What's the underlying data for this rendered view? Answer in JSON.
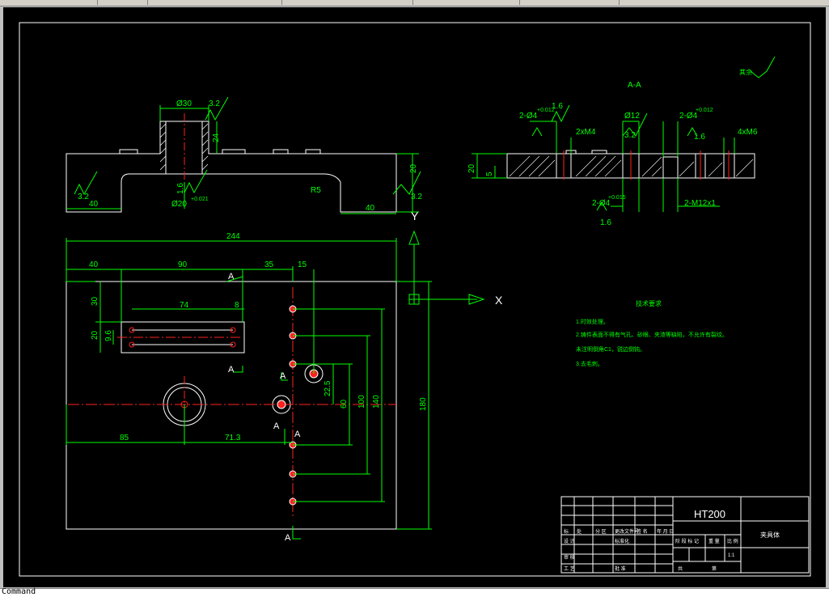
{
  "window": {
    "command_prompt": "Command"
  },
  "colors": {
    "outline": "#ffffff",
    "dimension": "#00ff00",
    "centerline": "#ff2020",
    "hatch": "#ffffff",
    "background": "#000000"
  },
  "top_view": {
    "dims": {
      "overall_width": "244",
      "left_40": "40",
      "span_90": "90",
      "span_35": "35",
      "span_15": "15",
      "slot_74": "74",
      "slot_8": "8",
      "v_30": "30",
      "v_20": "20",
      "v_9_6": "9.6",
      "bottom_85": "85",
      "bottom_71_3": "71.3",
      "h_22_5": "22.5",
      "h_60": "60",
      "h_100": "100",
      "h_140": "140",
      "h_180": "180"
    },
    "section_marks": {
      "a1": "A",
      "a2": "A",
      "a3": "A",
      "a4": "A",
      "a5": "A",
      "a6": "A"
    }
  },
  "front_view": {
    "dims": {
      "dia30": "Ø30",
      "rough32a": "3.2",
      "h24": "24",
      "rough16": "1.6",
      "dia20": "Ø20",
      "tol": "+0.021",
      "h20": "20",
      "r5": "R5",
      "left40": "40",
      "right40": "40",
      "rough32b": "3.2",
      "rough32c": "3.2"
    }
  },
  "section_view": {
    "title": "A-A",
    "dims": {
      "d4a": "2-Ø4",
      "tol_a": "+0.012",
      "rough16a": "1.6",
      "m4": "2xM4",
      "d12": "Ø12",
      "rough32": "3.2",
      "d4b": "2-Ø4",
      "tol_b": "+0.012",
      "rough16b": "1.6",
      "m6": "4xM6",
      "h20": "20",
      "h5": "5",
      "d4c": "2-Ø4",
      "tol_c": "+0.015",
      "rough16c": "1.6",
      "m12": "2-M12x1"
    }
  },
  "axes": {
    "x": "X",
    "y": "Y"
  },
  "roughness_note": {
    "label": "其余",
    "symbol": "✓"
  },
  "tech_req": {
    "title": "技术要求",
    "lines": [
      "1.时效处理。",
      "2.铸件表面不得有气孔、砂眼、夹渣等缺陷，不允许有裂纹。",
      "未注明倒角C1，锐边倒钝。",
      "3.去毛刺。"
    ]
  },
  "title_block": {
    "material": "HT200",
    "part_name": "夹具体",
    "scale": "1:1",
    "c1": "标",
    "c2": "处",
    "c3": "分 区",
    "c4": "更改文件号",
    "c5": "签 名",
    "c6": "年 月 日",
    "c7": "设 计",
    "c8": "标准化",
    "c9": "阶 段 标 记",
    "c10": "重 量",
    "c11": "比 例",
    "c12": "审 核",
    "c13": "工 艺",
    "c14": "批 准",
    "c15": "共",
    "c16": "第"
  }
}
